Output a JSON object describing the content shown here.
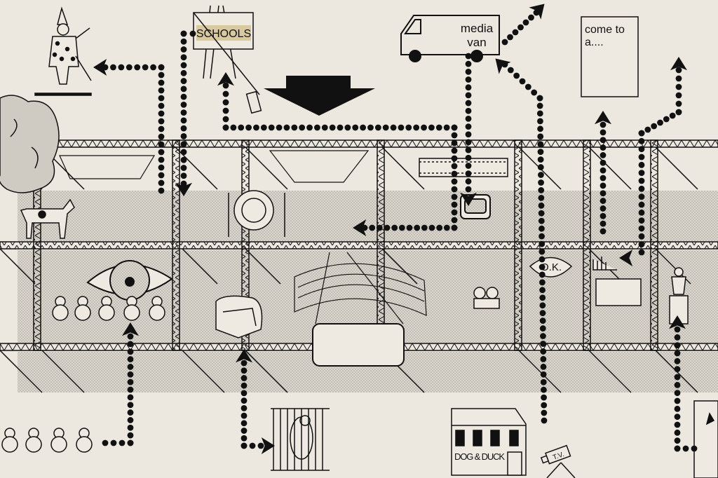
{
  "drawing": {
    "easel_sign": "SCHOOLS",
    "van_label_line1": "media",
    "van_label_line2": "van",
    "poster_line1": "come to",
    "poster_line2": "a....",
    "mouth_sign": "O.K.",
    "pub_sign": "DOG & DUCK",
    "camera_label": "T.V."
  },
  "colors": {
    "paper": "#ece8e0",
    "ink": "#111111",
    "band": "#d4d0c8",
    "sign": "#d9c9a0"
  }
}
